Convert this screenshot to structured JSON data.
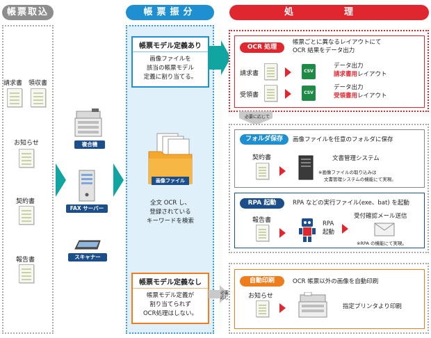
{
  "headers": {
    "intake": "帳票取込",
    "sort": "帳票振分",
    "process": "処　理"
  },
  "intake_docs": [
    "請求書",
    "領収書",
    "お知らせ",
    "契約書",
    "報告書"
  ],
  "devices": [
    "複合機",
    "FAX サーバー",
    "スキャナー"
  ],
  "sort_column": {
    "defined": {
      "title": "帳票モデル定義あり",
      "text": [
        "画像ファイルを",
        "該当の帳票モデル",
        "定義に割り当てる。"
      ]
    },
    "folder_label": "画像ファイル",
    "ocr_text": [
      "全文 OCR し、",
      "登録されている",
      "キーワードを検索"
    ],
    "undefined": {
      "title": "帳票モデル定義なし",
      "text": [
        "帳票モデル定義が",
        "割り当てられず",
        "OCR処理はしない。"
      ]
    }
  },
  "connectors": {
    "as_needed_1": "必要に応じて",
    "as_needed_2": [
      "必要に",
      "応じて"
    ]
  },
  "ocr_panel": {
    "pill": "OCR 処理",
    "desc": [
      "帳票ごとに異なるレイアウトにて",
      "OCR 結果をデータ出力"
    ],
    "rows": [
      {
        "doc": "請求書",
        "csv": "CSV",
        "line1": "データ出力",
        "accent": "請求書用",
        "suffix": "レイアウト"
      },
      {
        "doc": "受領書",
        "csv": "CSV",
        "line1": "データ出力",
        "accent": "受領書用",
        "suffix": "レイアウト"
      }
    ]
  },
  "folder_panel": {
    "pill": "フォルダ保存",
    "desc": "画像ファイルを任意のフォルダに保存",
    "doc": "契約書",
    "target": "文書管理システム",
    "note": [
      "※画像ファイルの取り込みは",
      "文書管理システムの機能にて実現。"
    ]
  },
  "rpa_panel": {
    "pill": "RPA 起動",
    "desc": "RPA などの実行ファイル(exe、bat) を起動",
    "doc": "報告書",
    "robot_label": [
      "RPA",
      "起動"
    ],
    "target": "受付確認メール送信",
    "note": "※RPA の機能にて実現。"
  },
  "print_panel": {
    "pill": "自動印刷",
    "desc": "OCR 帳票以外の画像を自動印刷",
    "doc": "お知らせ",
    "target": "指定プリンタより印刷"
  },
  "colors": {
    "red": "#e0262f",
    "blue": "#1e8fd0",
    "navy": "#1c4e8a",
    "orange": "#ee7d1e",
    "teal": "#10a5a0",
    "gray": "#8d8d8d"
  }
}
